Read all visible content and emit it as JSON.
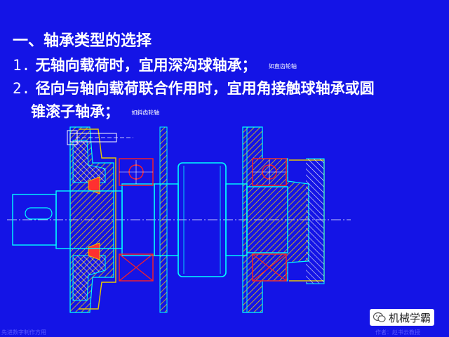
{
  "slide": {
    "heading": "一、轴承类型的选择",
    "line1_num": "1.",
    "line1": "无轴向载荷时，宜用深沟球轴承；",
    "line1_note": "如直齿轮轴",
    "line2_num": "2.",
    "line2": "径向与轴向载荷联合作用时，宜用角接触球轴承或圆",
    "line3": "锥滚子轴承；",
    "line3_note": "如斜齿轮轴"
  },
  "watermark": {
    "brand": "机械学霸"
  },
  "footer": {
    "left": "先进数字制作方用",
    "right": "作者：赵书云教授"
  },
  "colors": {
    "background": "#1414e6",
    "outline": "#00ffff",
    "bearing": "#ff2020",
    "hatch": "#e8c800",
    "seal": "#ff3030",
    "centerline": "#ffffff"
  }
}
